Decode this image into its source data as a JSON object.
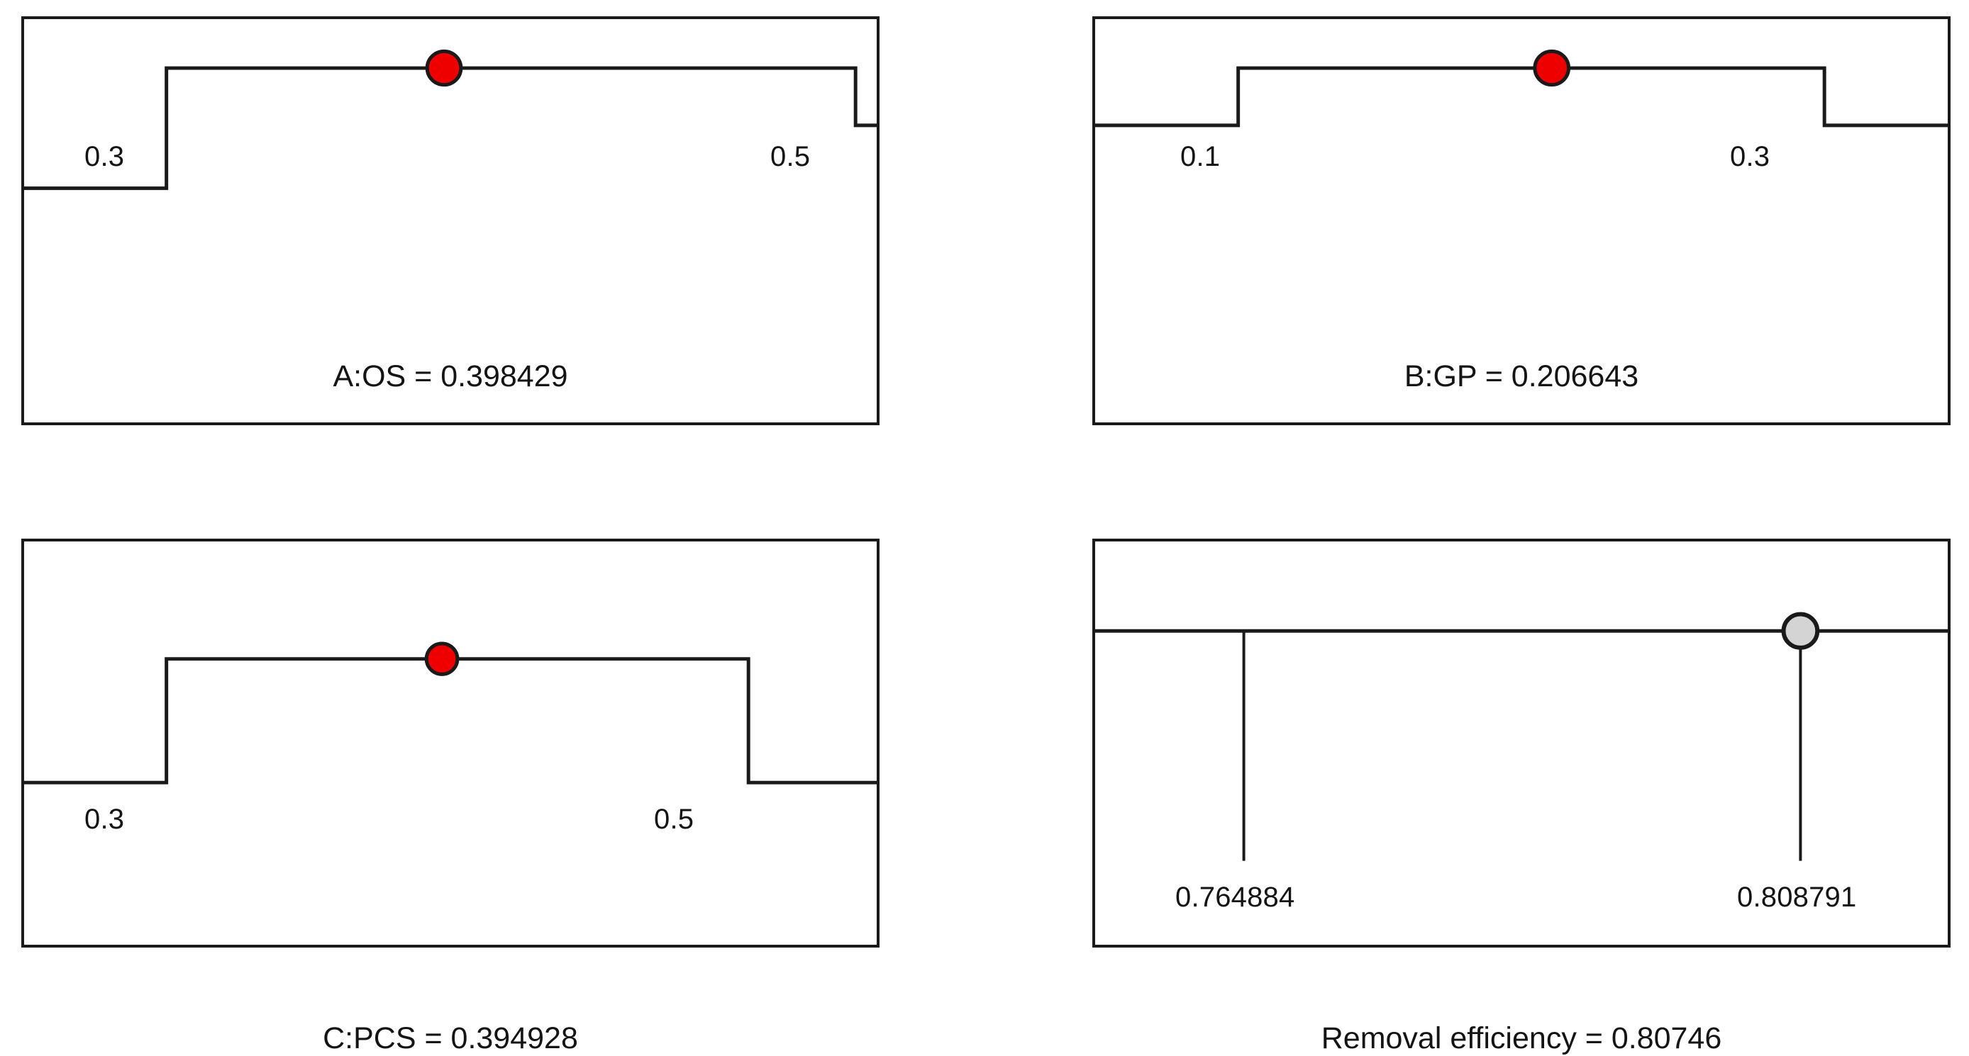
{
  "figure": {
    "type": "desirability-ramp-grid",
    "background_color": "#ffffff",
    "border_color": "#1a1a1a",
    "marker_red": "#ee0000",
    "marker_gray": "#d4d4d4",
    "panel_count": 4,
    "grid": "2x2"
  },
  "panels": [
    {
      "id": "A",
      "kind": "ramp",
      "caption": "A:OS = 0.398429",
      "factor_label": "A:OS",
      "value": "0.398429",
      "low_tick_label": "0.3",
      "high_tick_label": "0.5",
      "marker_color": "#ee0000",
      "marker_name": "red-dot-marker"
    },
    {
      "id": "B",
      "kind": "ramp",
      "caption": "B:GP = 0.206643",
      "factor_label": "B:GP",
      "value": "0.206643",
      "low_tick_label": "0.1",
      "high_tick_label": "0.3",
      "marker_color": "#ee0000",
      "marker_name": "red-dot-marker"
    },
    {
      "id": "C",
      "kind": "ramp",
      "caption": "C:PCS = 0.394928",
      "factor_label": "C:PCS",
      "value": "0.394928",
      "low_tick_label": "0.3",
      "high_tick_label": "0.5",
      "marker_color": "#ee0000",
      "marker_name": "red-dot-marker"
    },
    {
      "id": "D",
      "kind": "response",
      "caption": "Removal efficiency = 0.80746",
      "factor_label": "Removal efficiency",
      "value": "0.80746",
      "low_tick_label": "0.764884",
      "high_tick_label": "0.808791",
      "marker_color": "#d4d4d4",
      "marker_name": "gray-dot-marker"
    }
  ],
  "chart_data": {
    "type": "line",
    "title": "",
    "subtitle": "",
    "xlabel": "",
    "ylabel": "",
    "grid": false,
    "legend": "none",
    "description": "Design-Expert style optimization ramp plots: three factor ramps (A:OS, B:GP, C:PCS) each showing a low-high range with a red marker at the optimal setting, plus one response ramp (Removal efficiency) with a gray marker.",
    "series": [
      {
        "name": "A:OS",
        "panel": "A",
        "type": "ramp",
        "x_low": 0.3,
        "x_high": 0.5,
        "x_low_label": "0.3",
        "x_high_label": "0.5",
        "marker_value": 0.398429,
        "marker_label": "0.398429",
        "marker_color": "#ee0000",
        "marker_fraction": 0.492
      },
      {
        "name": "B:GP",
        "panel": "B",
        "type": "ramp",
        "x_low": 0.1,
        "x_high": 0.3,
        "x_low_label": "0.1",
        "x_high_label": "0.3",
        "marker_value": 0.206643,
        "marker_label": "0.206643",
        "marker_color": "#ee0000",
        "marker_fraction": 0.533
      },
      {
        "name": "C:PCS",
        "panel": "C",
        "type": "ramp",
        "x_low": 0.3,
        "x_high": 0.5,
        "x_low_label": "0.3",
        "x_high_label": "0.5",
        "marker_value": 0.394928,
        "marker_label": "0.394928",
        "marker_color": "#ee0000",
        "marker_fraction": 0.475
      },
      {
        "name": "Removal efficiency",
        "panel": "D",
        "type": "response",
        "x_low": 0.764884,
        "x_high": 0.808791,
        "x_low_label": "0.764884",
        "x_high_label": "0.808791",
        "marker_value": 0.80746,
        "marker_label": "0.80746",
        "marker_color": "#d4d4d4",
        "marker_fraction": 0.97
      }
    ]
  }
}
